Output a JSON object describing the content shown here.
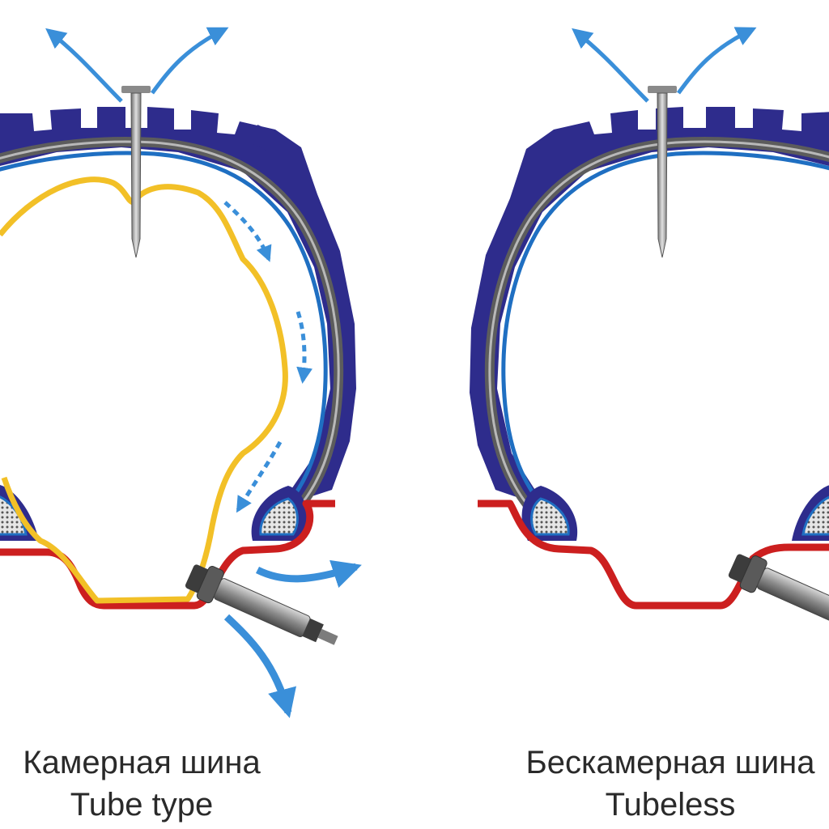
{
  "diagrams": [
    {
      "label_ru": "Камерная шина",
      "label_en": "Tube type"
    },
    {
      "label_ru": "Бескамерная шина",
      "label_en": "Tubeless"
    }
  ],
  "colors": {
    "tread": "#2e2c8c",
    "liner_blue": "#1f6fc2",
    "casing_gray": "#6a6a6a",
    "rim_red": "#cc1f1f",
    "inner_tube_yellow": "#f2c027",
    "air_arrow": "#3a8fd9",
    "nail": "#9a9a9a",
    "valve": "#6b6b6b"
  },
  "icons": [
    "nail-icon",
    "valve-icon",
    "air-leak-arrow-icon"
  ]
}
